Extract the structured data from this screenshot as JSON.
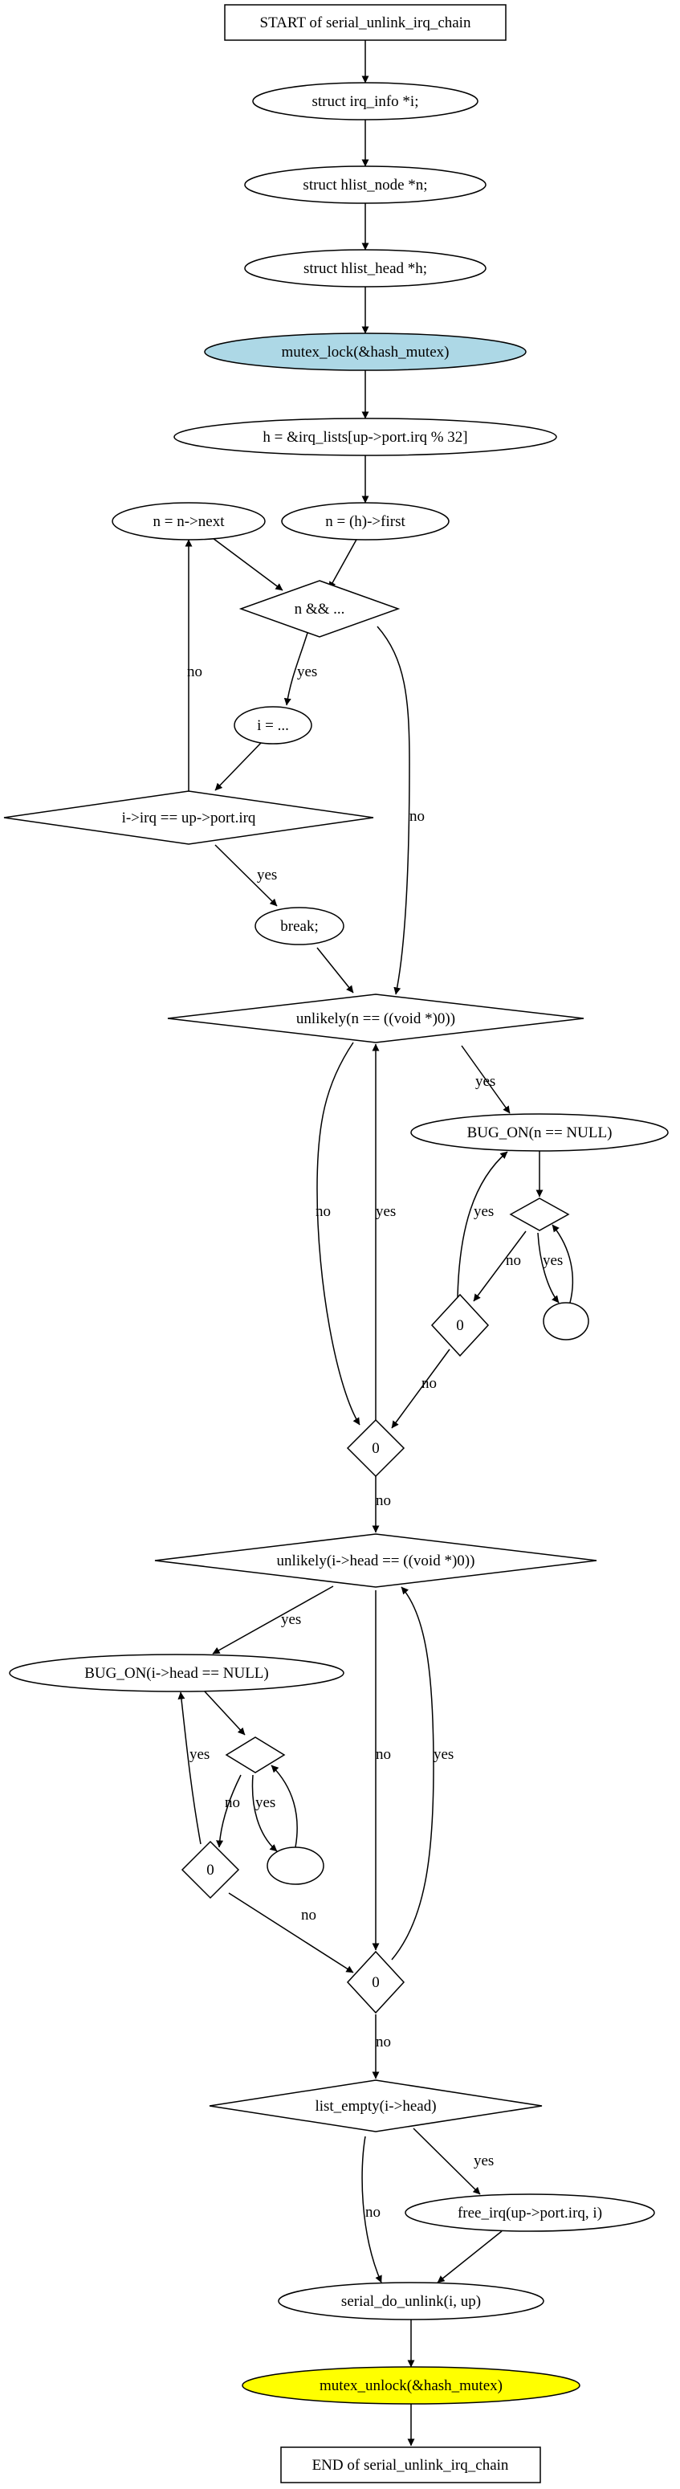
{
  "diagram": {
    "colors": {
      "stroke": "#000000",
      "background": "#ffffff",
      "node_fill": "#ffffff",
      "mutex_lock_fill": "#add8e6",
      "mutex_unlock_fill": "#ffff00"
    },
    "nodes": {
      "start": "START of serial_unlink_irq_chain",
      "decl_i": "struct irq_info *i;",
      "decl_n": "struct hlist_node *n;",
      "decl_h": "struct hlist_head *h;",
      "mutex_lock": "mutex_lock(&hash_mutex)",
      "assign_h": "h = &irq_lists[up->port.irq % 32]",
      "n_first": "n = (h)->first",
      "n_next": "n = n->next",
      "loop_cond": "n && ...",
      "assign_i": "i = ...",
      "irq_cmp": "i->irq == up->port.irq",
      "break": "break;",
      "unlikely_n": "unlikely(n == ((void *)0))",
      "bug_on_n": "BUG_ON(n == NULL)",
      "diamond_n_a": "",
      "ellipse_n_a": "",
      "zero_n_a": "0",
      "zero_n_b": "0",
      "unlikely_head": "unlikely(i->head == ((void *)0))",
      "bug_on_head": "BUG_ON(i->head == NULL)",
      "diamond_h_a": "",
      "ellipse_h_a": "",
      "zero_h_a": "0",
      "zero_h_b": "0",
      "list_empty": "list_empty(i->head)",
      "free_irq": "free_irq(up->port.irq, i)",
      "serial_do_unlink": "serial_do_unlink(i, up)",
      "mutex_unlock": "mutex_unlock(&hash_mutex)",
      "end": "END of serial_unlink_irq_chain"
    },
    "edge_labels": {
      "loop_yes": "yes",
      "loop_no": "no",
      "irq_no": "no",
      "irq_yes": "yes",
      "un_yes": "yes",
      "un_no": "no",
      "un_back_yes": "yes",
      "dn_no": "no",
      "dn_yes": "yes",
      "zna_yes": "yes",
      "zna_no": "no",
      "znb_no": "no",
      "uh_yes": "yes",
      "uh_no": "no",
      "uh_back_yes": "yes",
      "dh_no": "no",
      "dh_yes": "yes",
      "zha_yes": "yes",
      "zha_no": "no",
      "zhb_no": "no",
      "le_yes": "yes",
      "le_no": "no"
    }
  }
}
